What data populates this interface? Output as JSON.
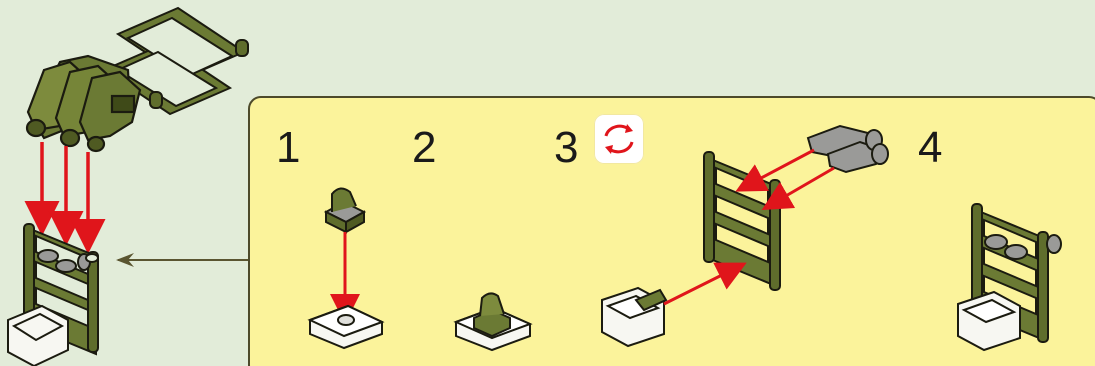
{
  "steps": [
    {
      "number": "1"
    },
    {
      "number": "2"
    },
    {
      "number": "3",
      "icon": "rotate-icon"
    },
    {
      "number": "4"
    }
  ],
  "colors": {
    "background": "#e2ecd9",
    "panel": "#fbf39b",
    "panel_border": "#4d4a2a",
    "part_green": "#6b7a34",
    "part_green_dark": "#4f5a22",
    "part_grey": "#9a9a98",
    "part_white": "#f7f7f2",
    "arrow_red": "#e0151b",
    "rotate_icon": "#e0151b",
    "pointer_arrow": "#5a5530"
  }
}
